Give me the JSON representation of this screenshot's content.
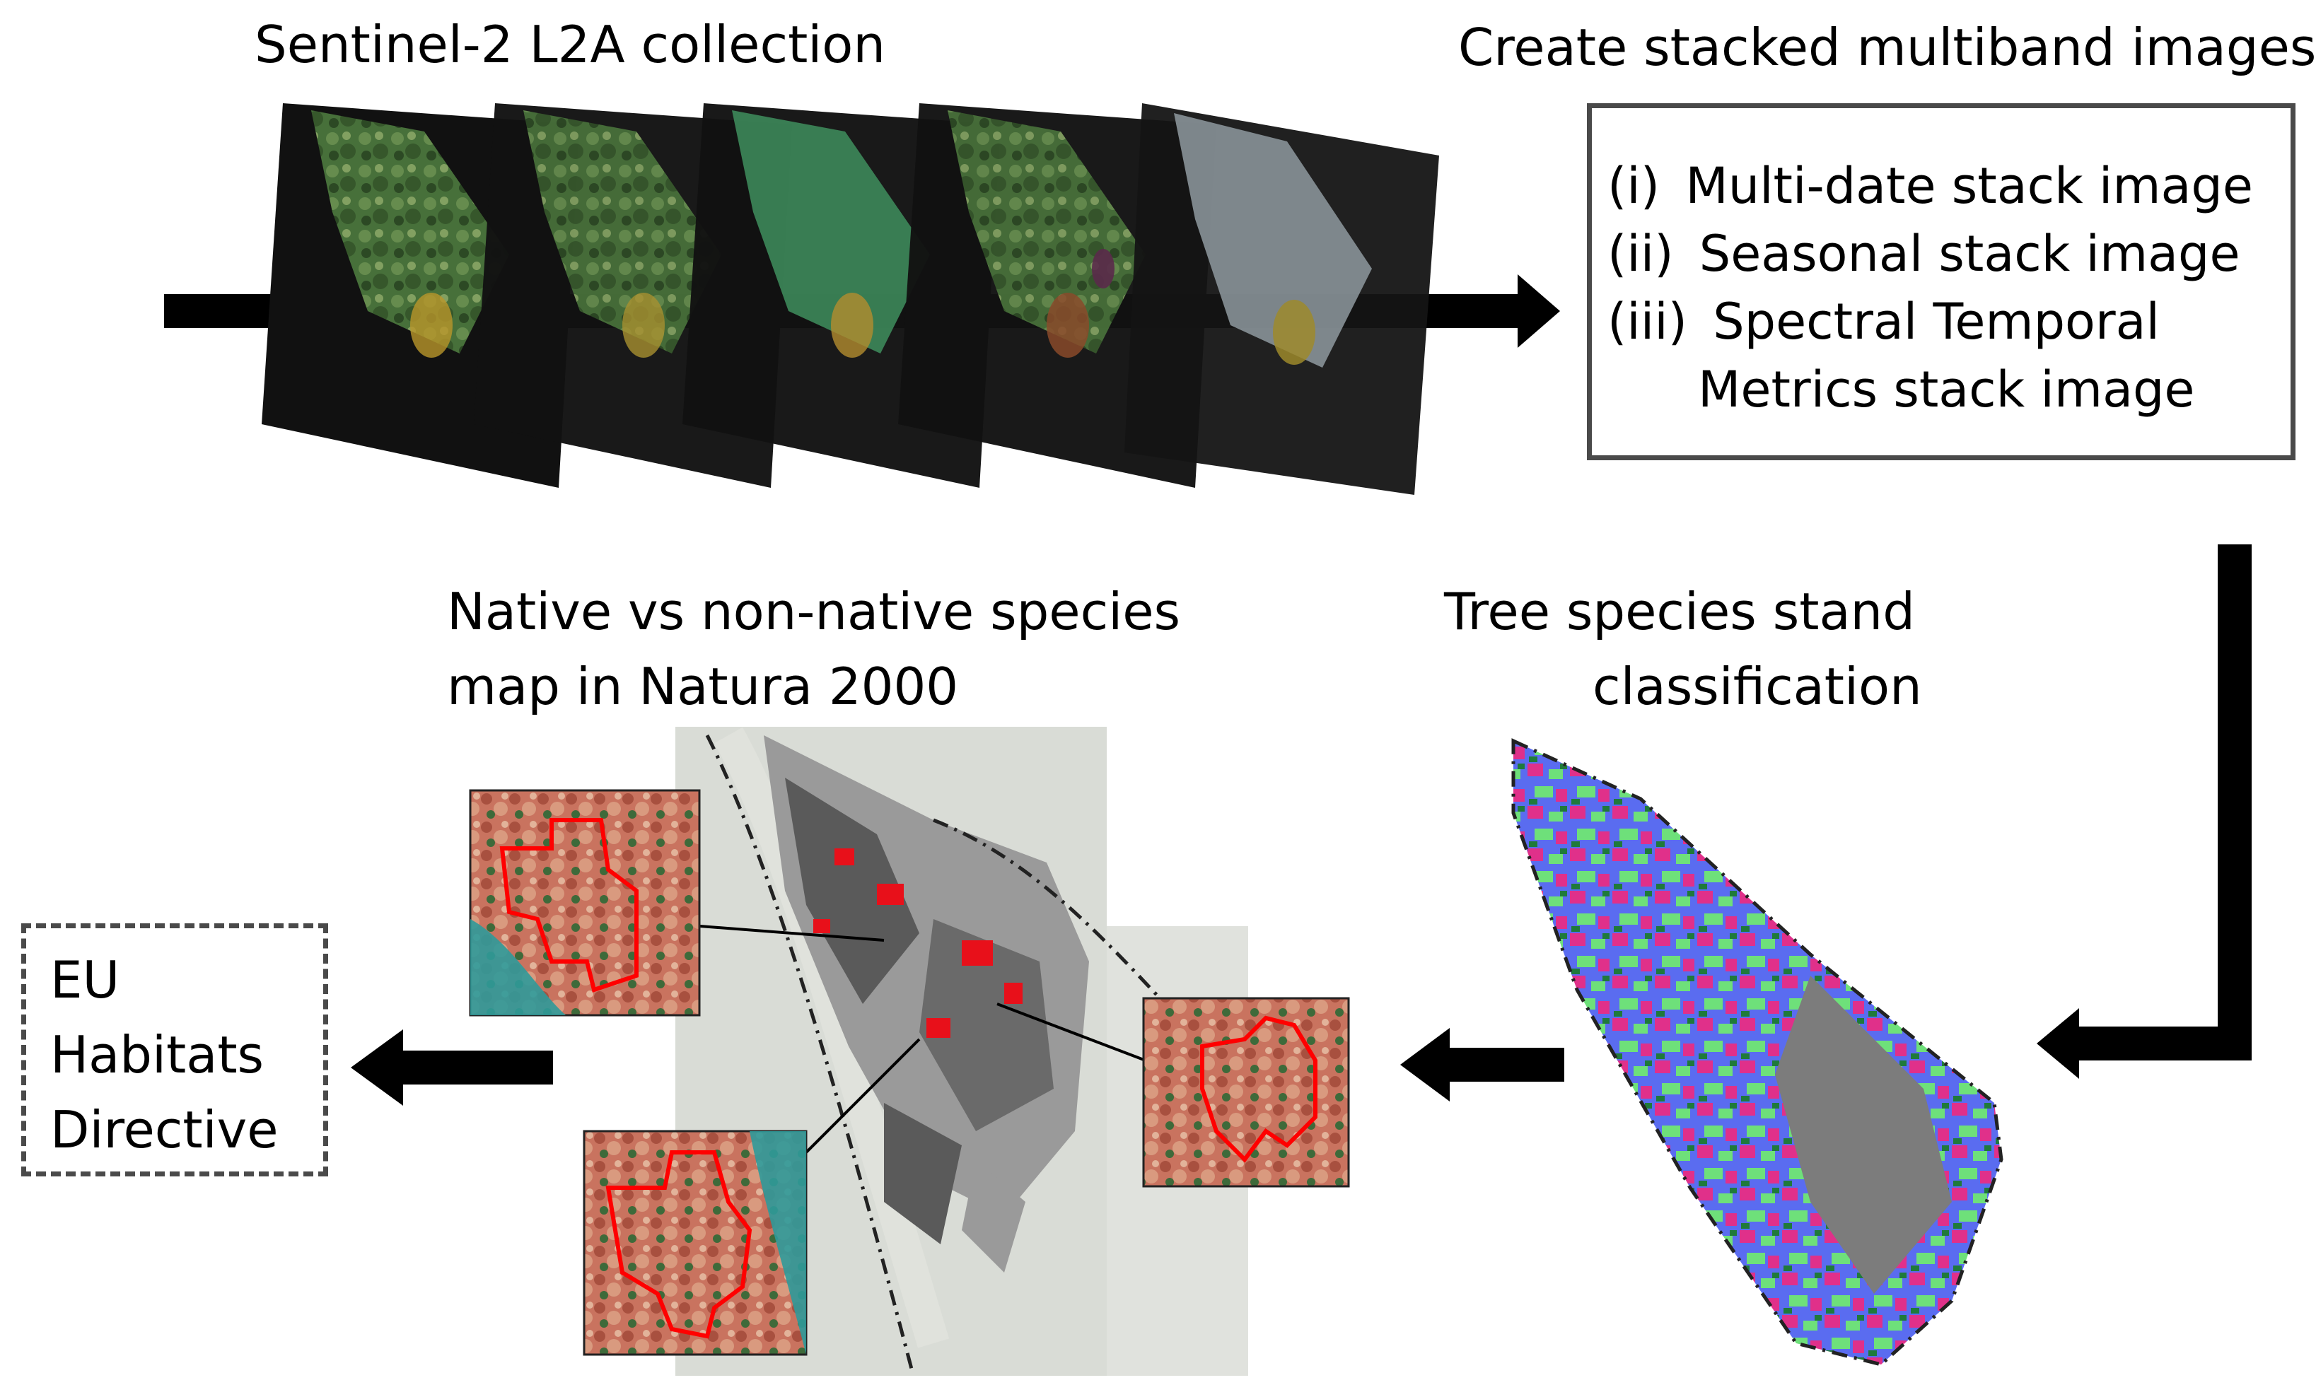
{
  "labels": {
    "collection": "Sentinel-2 L2A collection",
    "stacks_title": "Create stacked multiband images",
    "classification_line1": "Tree species stand",
    "classification_line2": "classification",
    "map_line1": "Native vs non-native species",
    "map_line2": "map in Natura 2000"
  },
  "stack_box": {
    "items": [
      {
        "num": "(i)",
        "text": "Multi-date stack image"
      },
      {
        "num": "(ii)",
        "text": "Seasonal stack image"
      },
      {
        "num": "(iii)",
        "text": "Spectral Temporal"
      },
      {
        "num": "",
        "text": "Metrics stack image"
      }
    ]
  },
  "output_box": {
    "lines": [
      "EU",
      "Habitats",
      "Directive"
    ]
  },
  "colors": {
    "arrow": "#000000",
    "frame": "#4a4a4a",
    "scene_dark": "#111111",
    "vegetation": "#4d7a3e",
    "class_blue": "#5a6cf0",
    "class_magenta": "#e0308a",
    "class_green": "#6ee07a",
    "class_darkgreen": "#1f7a3a",
    "native_outline": "#ff0000",
    "stand_red": "#e8101a",
    "stand_gray": "#5a5a5a"
  }
}
